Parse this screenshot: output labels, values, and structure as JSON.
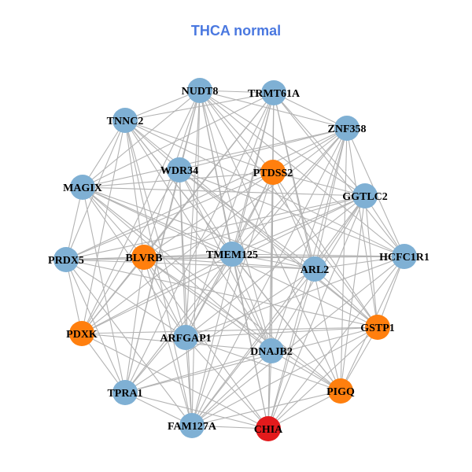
{
  "title": "THCA normal",
  "colors": {
    "edge": "#b3b3b3",
    "blue": "#7fb0d4",
    "orange": "#ff7f0e",
    "red": "#e31a1c",
    "title": "#4a78e0"
  },
  "nodes": [
    {
      "id": "NUDT8",
      "group": "blue"
    },
    {
      "id": "TRMT61A",
      "group": "blue"
    },
    {
      "id": "ZNF358",
      "group": "blue"
    },
    {
      "id": "TNNC2",
      "group": "blue"
    },
    {
      "id": "WDR34",
      "group": "blue"
    },
    {
      "id": "PTDSS2",
      "group": "orange"
    },
    {
      "id": "MAGIX",
      "group": "blue"
    },
    {
      "id": "GGTLC2",
      "group": "blue"
    },
    {
      "id": "PRDX5",
      "group": "blue"
    },
    {
      "id": "BLVRB",
      "group": "orange"
    },
    {
      "id": "TMEM125",
      "group": "blue"
    },
    {
      "id": "HCFC1R1",
      "group": "blue"
    },
    {
      "id": "ARL2",
      "group": "blue"
    },
    {
      "id": "PDXK",
      "group": "orange"
    },
    {
      "id": "ARFGAP1",
      "group": "blue"
    },
    {
      "id": "GSTP1",
      "group": "orange"
    },
    {
      "id": "DNAJB2",
      "group": "blue"
    },
    {
      "id": "TPRA1",
      "group": "blue"
    },
    {
      "id": "PIGQ",
      "group": "orange"
    },
    {
      "id": "FAM127A",
      "group": "blue"
    },
    {
      "id": "CHIA",
      "group": "red"
    }
  ]
}
